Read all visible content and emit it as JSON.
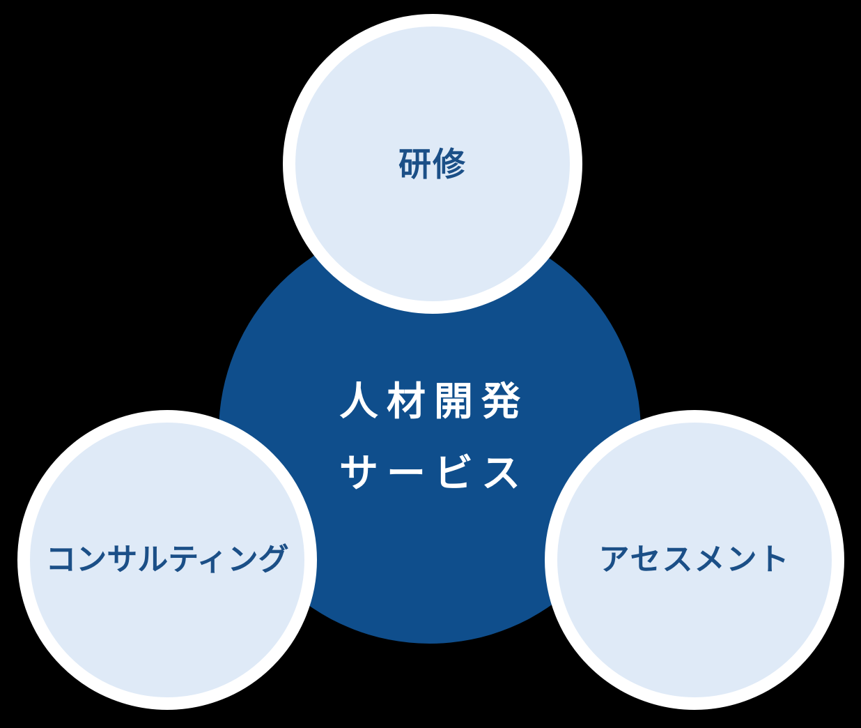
{
  "diagram": {
    "title_concept": "人材開発サービス relationship diagram",
    "center_circle": {
      "lines": [
        "人材開発",
        "サービス"
      ],
      "full_label": "人材開発サービス"
    },
    "satellites": [
      {
        "id": "training",
        "label": "研修",
        "position": "top"
      },
      {
        "id": "consulting",
        "label": "コンサルティング",
        "position": "bottom-left"
      },
      {
        "id": "assessment",
        "label": "アセスメント",
        "position": "bottom-right"
      }
    ]
  },
  "colors": {
    "background": "#000000",
    "center_fill": "#0f4e8c",
    "center_text": "#ffffff",
    "satellite_fill": "#dfeaf7",
    "satellite_ring": "#ffffff",
    "satellite_text": "#1b4f87"
  }
}
